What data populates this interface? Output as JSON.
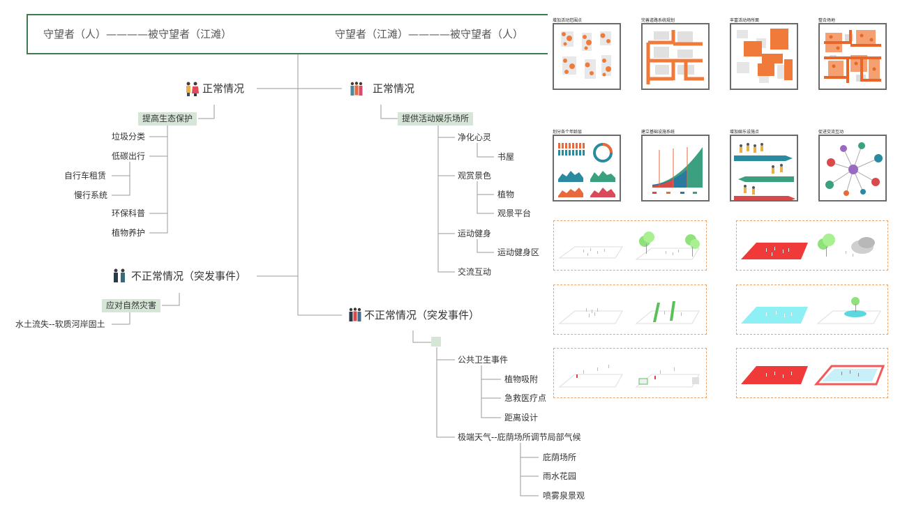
{
  "header": {
    "left": "守望者（人）————被守望者（江滩）",
    "right": "守望者（江滩）————被守望者（人）"
  },
  "left_tree": {
    "normal": "正常情况",
    "eco_tag": "提高生态保护",
    "items": [
      "垃圾分类",
      "低碳出行",
      "自行车租赁",
      "慢行系统",
      "环保科普",
      "植物养护"
    ],
    "abnormal": "不正常情况（突发事件）",
    "disaster_tag": "应对自然灾害",
    "disaster_item": "水土流失--软质河岸固土"
  },
  "right_tree": {
    "normal": "正常情况",
    "venue_tag": "提供活动娱乐场所",
    "b1": "净化心灵",
    "b1_1": "书屋",
    "b2": "观赏景色",
    "b2_1": "植物",
    "b2_2": "观景平台",
    "b3": "运动健身",
    "b3_1": "运动健身区",
    "b4": "交流互动",
    "abnormal": "不正常情况（突发事件）",
    "c1": "公共卫生事件",
    "c1_1": "植物吸附",
    "c1_2": "急救医疗点",
    "c1_3": "距离设计",
    "c2": "极端天气--庇荫场所调节局部气候",
    "c2_1": "庇荫场所",
    "c2_2": "雨水花园",
    "c2_3": "喷雾泉景观"
  },
  "cards": [
    {
      "title": "增加活动范围点"
    },
    {
      "title": "完善道路系统规划"
    },
    {
      "title": "丰富活动场所面"
    },
    {
      "title": "整合场地"
    },
    {
      "title": "划分各个年龄层"
    },
    {
      "title": "建立基础设施系统"
    },
    {
      "title": "增加娱乐设施点"
    },
    {
      "title": "促进交流互动"
    }
  ],
  "colors": {
    "accent_orange": "#f07a3a",
    "green_border": "#3e7a4c",
    "tag_bg": "#d6e6d6",
    "red_plane": "#f03a3a",
    "cyan_plane": "#8ef0f4",
    "tree_green": "#8fe27a"
  }
}
